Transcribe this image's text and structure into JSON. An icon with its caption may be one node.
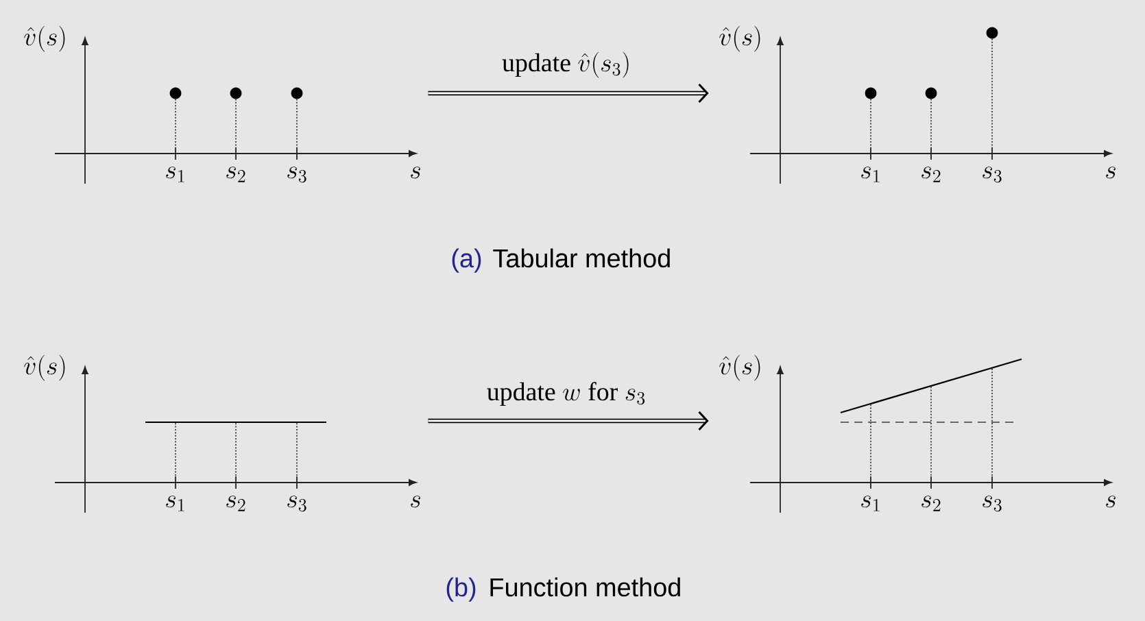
{
  "diagram": {
    "nodes": [
      {
        "text": [
          "\\hat{v}(s)",
          "s_1",
          "s_2",
          "s_3",
          "s"
        ]
      },
      {
        "text": [
          "\\hat{v}(s)",
          "s_1",
          "s_2",
          "s_3",
          "s"
        ]
      },
      {
        "text": [
          "\\hat{v}(s)",
          "s_1",
          "s_2",
          "s_3",
          "s"
        ]
      },
      {
        "text": [
          "\\hat{v}(s)",
          "s_1",
          "s_2",
          "s_3",
          "s"
        ]
      }
    ],
    "edges": [
      {
        "from": 0,
        "to": 1,
        "arrow": "to",
        "label": "\\text{update } \\hat{v}(s_3)"
      },
      {
        "from": 2,
        "to": 3,
        "arrow": "to",
        "label": "\\text{update } w \\text{ for } s_3"
      }
    ],
    "labels": [
      "(a)",
      "Tabular method",
      "(b)",
      "Function method"
    ]
  }
}
